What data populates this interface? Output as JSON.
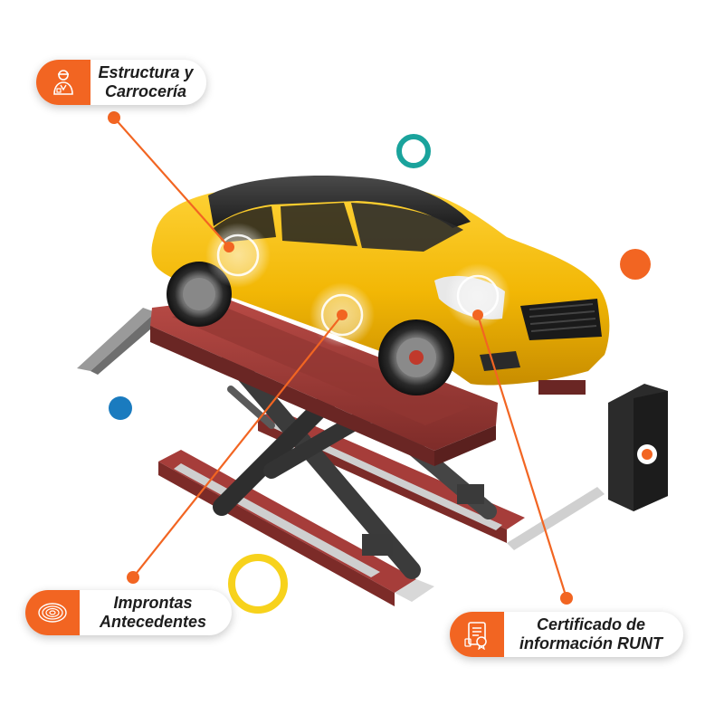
{
  "callouts": [
    {
      "id": "estructura",
      "line1": "Estructura y",
      "line2": "Carrocería",
      "icon": "mechanic-icon"
    },
    {
      "id": "improntas",
      "line1": "Improntas",
      "line2": "Antecedentes",
      "icon": "fingerprint-icon"
    },
    {
      "id": "runt",
      "line1": "Certificado de",
      "line2": "información RUNT",
      "icon": "certificate-document-icon"
    }
  ],
  "colors": {
    "accent": "#f26522",
    "car_body": "#f2b705",
    "lift_red": "#a63d3a",
    "lift_dark": "#3b3b3b",
    "teal_ring": "#1aa39c",
    "yellow_ring": "#f7d21c",
    "blue_dot": "#1a7bbf",
    "text": "#1d1d1d"
  }
}
